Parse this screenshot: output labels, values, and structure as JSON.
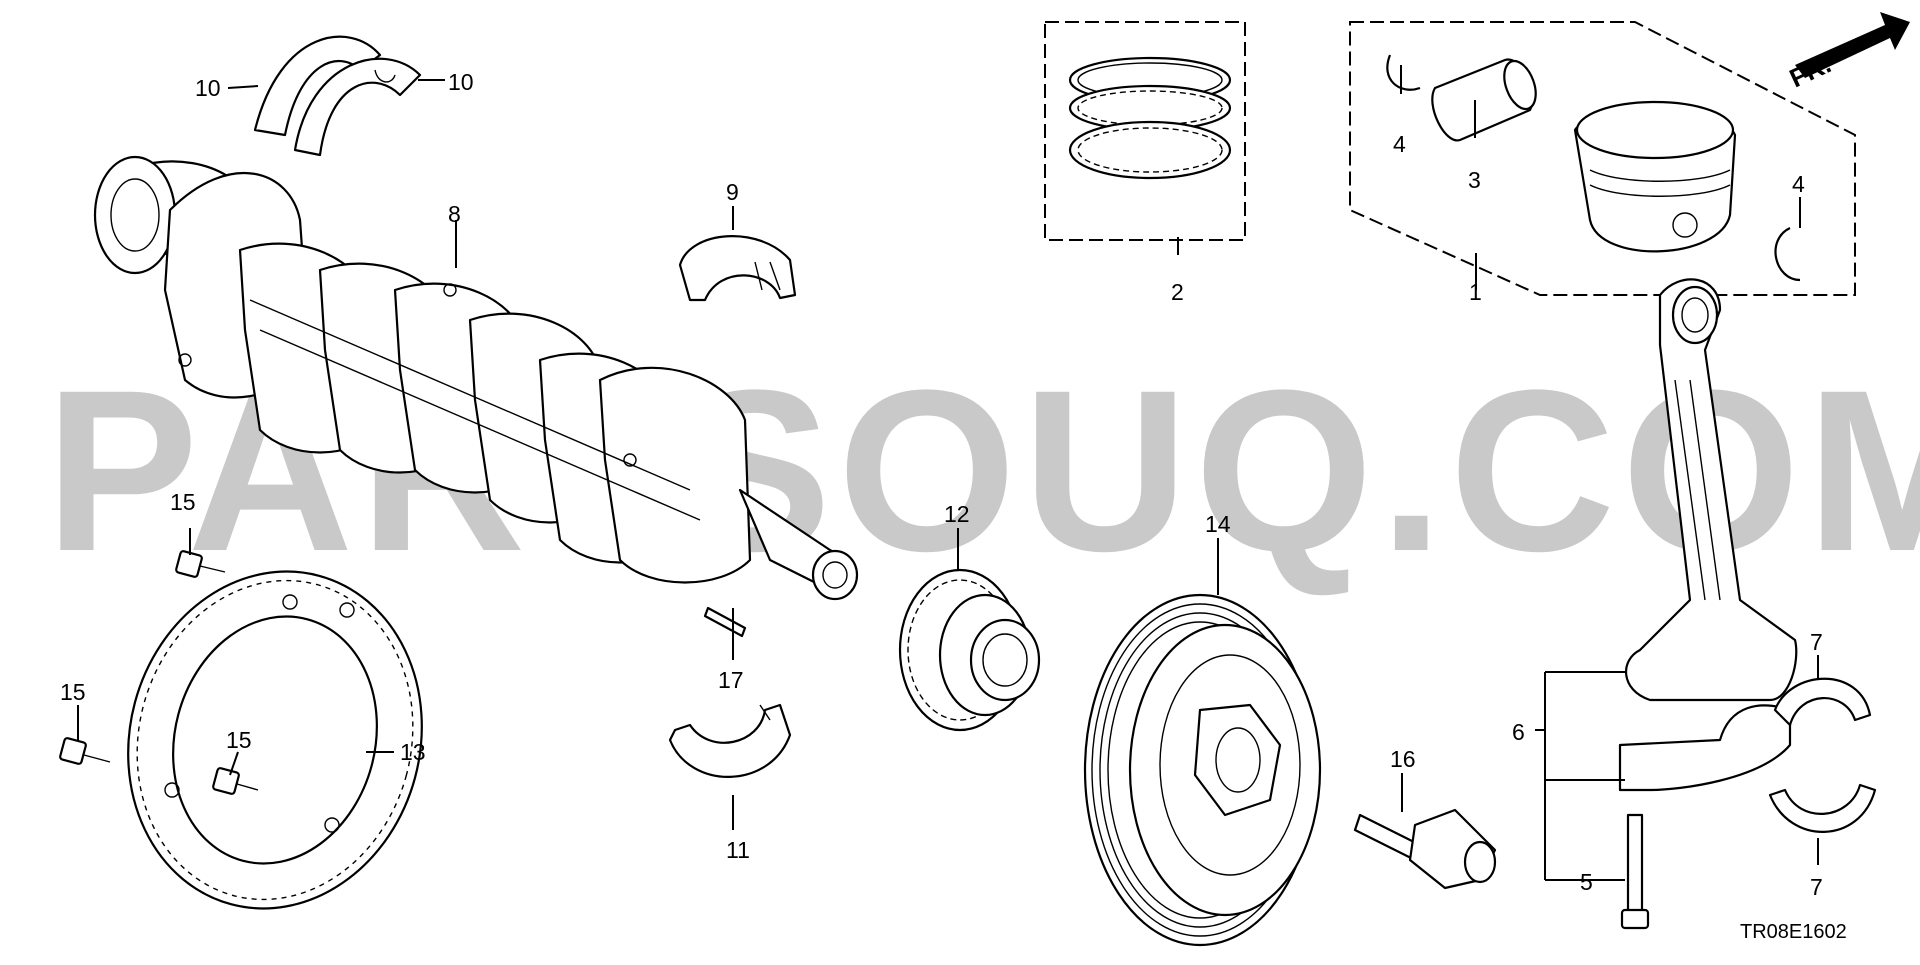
{
  "diagram": {
    "code": "TR08E1602",
    "direction_label": "FR.",
    "watermark": "PARTSOUQ.COM",
    "callouts": {
      "c1": "1",
      "c2": "2",
      "c3": "3",
      "c4a": "4",
      "c4b": "4",
      "c5": "5",
      "c6": "6",
      "c7a": "7",
      "c7b": "7",
      "c8": "8",
      "c9": "9",
      "c10a": "10",
      "c10b": "10",
      "c11": "11",
      "c12": "12",
      "c13": "13",
      "c14": "14",
      "c15a": "15",
      "c15b": "15",
      "c15c": "15",
      "c16": "16",
      "c17": "17"
    }
  }
}
